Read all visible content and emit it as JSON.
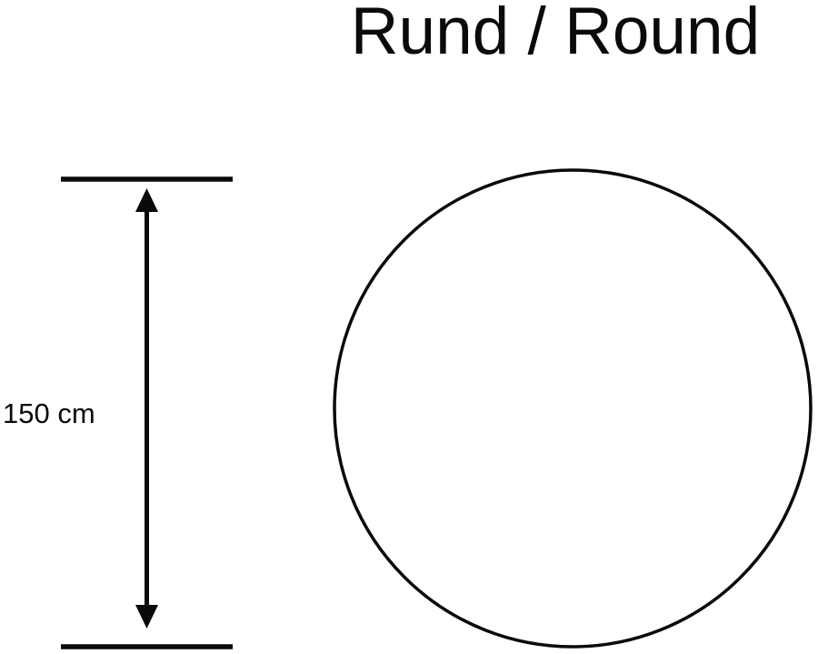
{
  "title": "Rund / Round",
  "dimension": {
    "label": "150 cm",
    "value": "150",
    "unit": "cm"
  },
  "shape": {
    "kind": "circle"
  },
  "colors": {
    "foreground": "#0a0a0a",
    "background": "#ffffff"
  }
}
